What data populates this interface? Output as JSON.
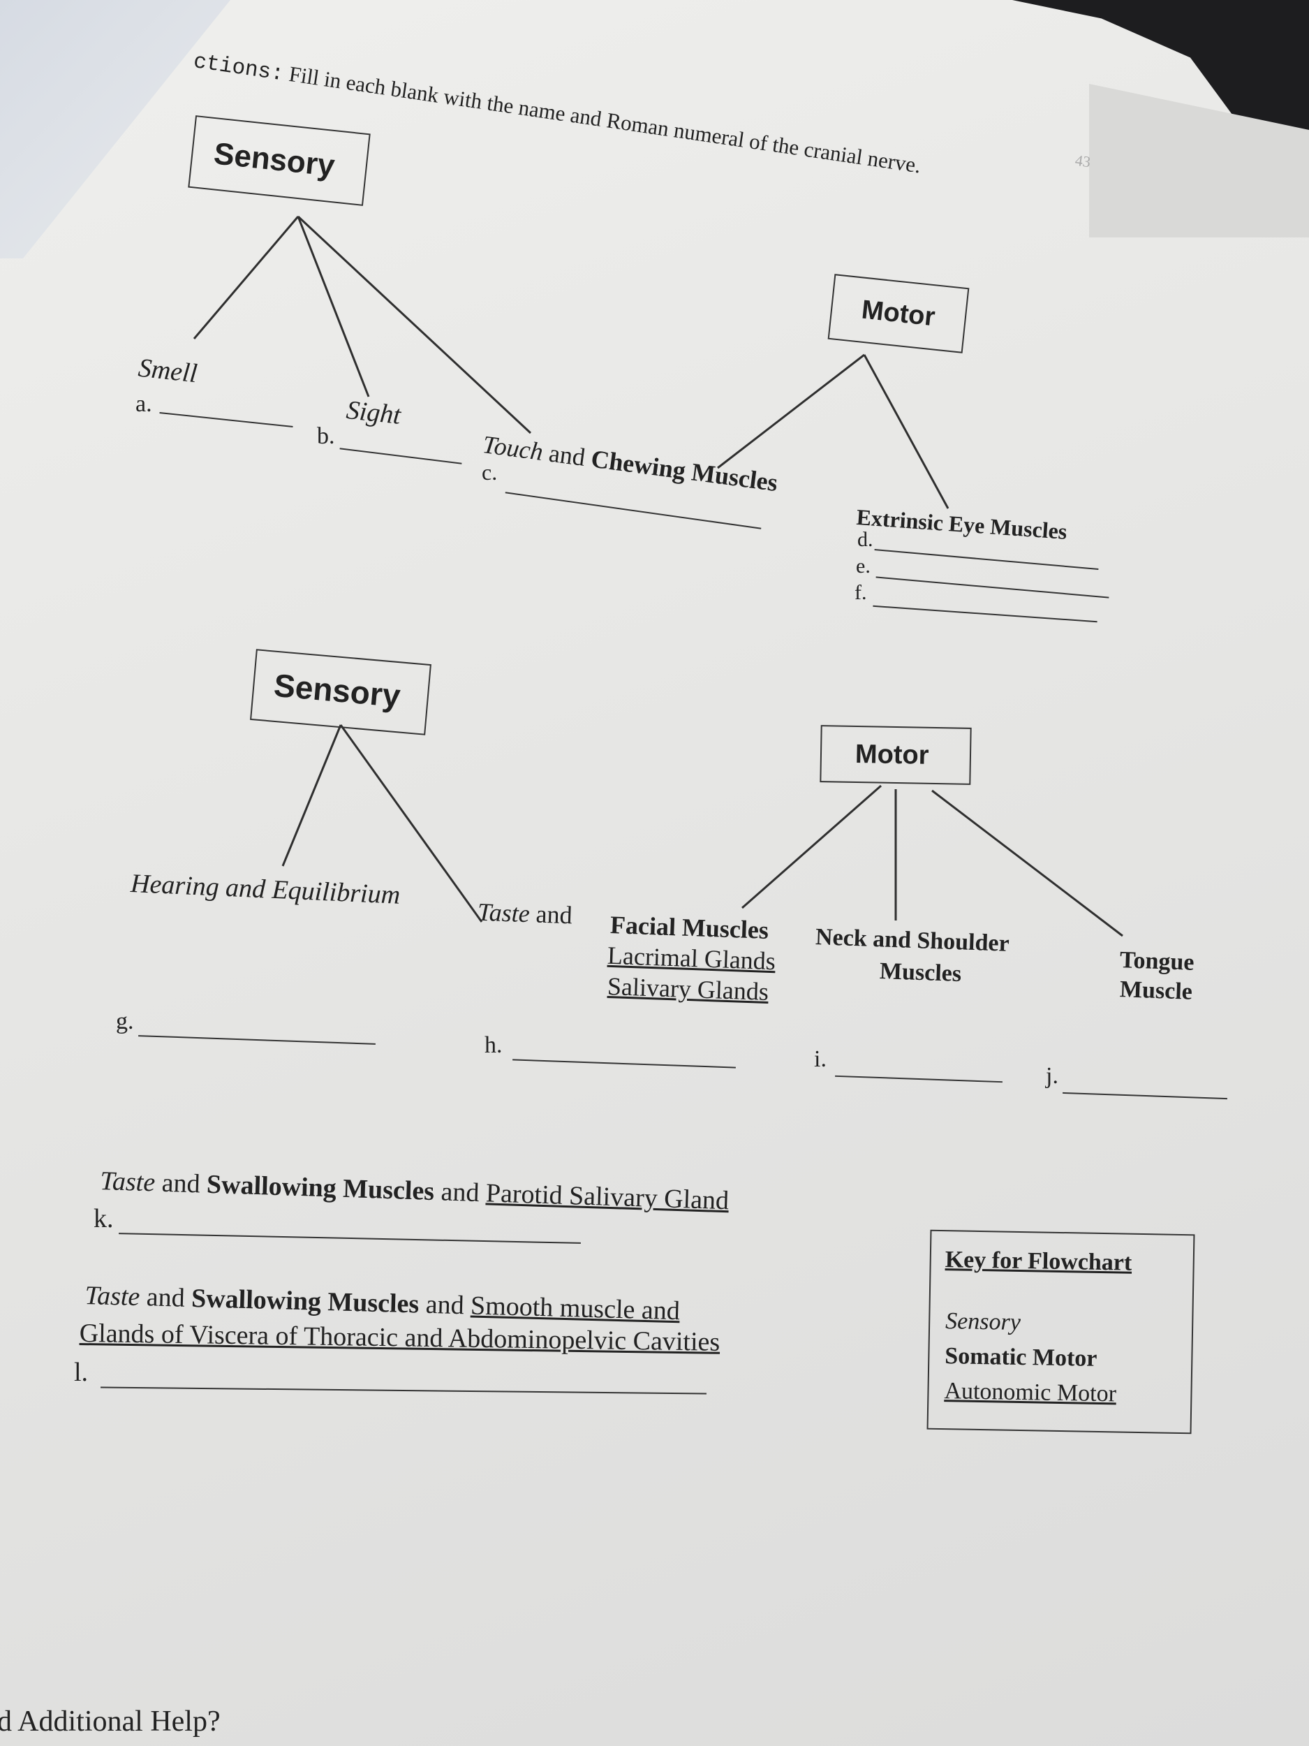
{
  "directions": {
    "prefix": "ctions:",
    "text": "Fill in each blank with the name and Roman numeral of the cranial nerve."
  },
  "top_left": {
    "box_label": "Sensory",
    "branches": [
      {
        "label": "Smell",
        "letter": "a."
      },
      {
        "label": "Sight",
        "letter": "b."
      },
      {
        "label_part1": "Touch",
        "connector": "and",
        "label_part2": "Chewing Muscles",
        "letter": "c."
      }
    ]
  },
  "top_right": {
    "box_label": "Motor",
    "branch_label": "Extrinsic Eye Muscles",
    "letters": [
      "d.",
      "e.",
      "f."
    ]
  },
  "mid_left": {
    "box_label": "Sensory",
    "branches": [
      {
        "label": "Hearing and Equilibrium",
        "letter": "g."
      },
      {
        "label_part1": "Taste",
        "connector": "and",
        "letter": "h."
      }
    ]
  },
  "mid_right": {
    "box_label": "Motor",
    "facial": {
      "line1": "Facial Muscles",
      "line2": "Lacrimal Glands",
      "line3": "Salivary Glands"
    },
    "neck": {
      "line1": "Neck and Shoulder",
      "line2": "Muscles",
      "letter": "i."
    },
    "tongue": {
      "line1": "Tongue",
      "line2": "Muscle",
      "letter": "j."
    }
  },
  "item_k": {
    "part1": "Taste",
    "and1": "and",
    "part2": "Swallowing Muscles",
    "and2": "and",
    "part3": "Parotid Salivary Gland",
    "letter": "k."
  },
  "item_l": {
    "part1": "Taste",
    "and1": "and",
    "part2": "Swallowing Muscles",
    "and2": "and",
    "part3": "Smooth muscle and",
    "line2": "Glands of Viscera of Thoracic and Abdominopelvic Cavities",
    "letter": "l."
  },
  "key": {
    "title": "Key for Flowchart",
    "sensory": "Sensory",
    "somatic": "Somatic Motor",
    "autonomic": "Autonomic Motor"
  },
  "footer": "d Additional Help?",
  "page_mark": "43"
}
